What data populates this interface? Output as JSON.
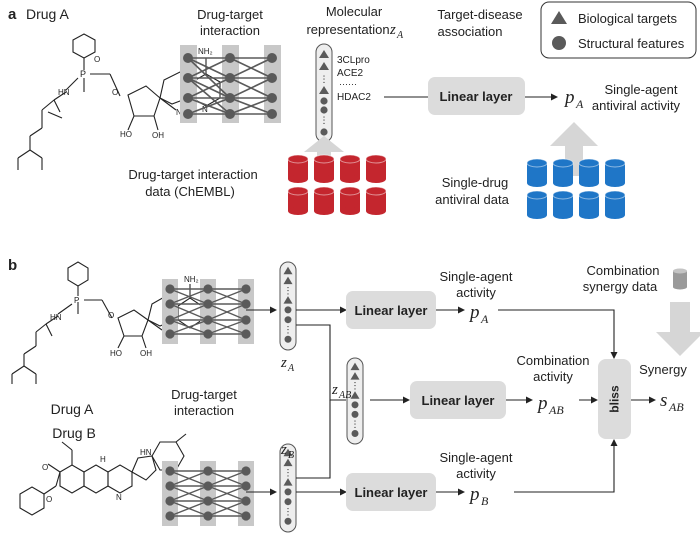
{
  "panel_a": {
    "letter": "a",
    "drug_label": "Drug A",
    "dti_title": [
      "Drug-target",
      "interaction"
    ],
    "mol_rep_title": [
      "Molecular",
      "representation"
    ],
    "z": "z",
    "z_sub": "A",
    "target_disease_title": [
      "Target-disease",
      "association"
    ],
    "targets": [
      "3CLpro",
      "ACE2",
      "······",
      "HDAC2"
    ],
    "linear_layer": "Linear layer",
    "p": "p",
    "p_sub": "A",
    "single_agent": [
      "Single-agent",
      "antiviral activity"
    ],
    "dti_data": [
      "Drug-target interaction",
      "data (ChEMBL)"
    ],
    "single_drug_data": [
      "Single-drug",
      "antiviral data"
    ],
    "legend": {
      "biological_targets": "Biological targets",
      "structural_features": "Structural features"
    },
    "mol_text": [
      "NH₂",
      "N",
      "O",
      "P",
      "HN",
      "HO",
      "OH",
      "N",
      "N"
    ]
  },
  "panel_b": {
    "letter": "b",
    "drug_a": "Drug A",
    "drug_b": "Drug B",
    "dti_title": [
      "Drug-target",
      "interaction"
    ],
    "za": "z",
    "za_sub": "A",
    "zb": "z",
    "zb_sub": "B",
    "zab": "z",
    "zab_sub": "AB",
    "linear_layer_1": "Linear layer",
    "linear_layer_2": "Linear layer",
    "linear_layer_3": "Linear layer",
    "single_agent_top": [
      "Single-agent",
      "activity"
    ],
    "single_agent_bottom": [
      "Single-agent",
      "activity"
    ],
    "combination": [
      "Combination",
      "activity"
    ],
    "combo_data": [
      "Combination",
      "synergy data"
    ],
    "pa": "p",
    "pa_sub": "A",
    "pab": "p",
    "pab_sub": "AB",
    "pb": "p",
    "pb_sub": "B",
    "bliss": "bliss",
    "synergy": "Synergy",
    "s": "s",
    "s_sub": "AB",
    "mol_a_text": [
      "NH₂",
      "HN",
      "HO",
      "OH",
      "N",
      "O",
      "P"
    ],
    "mol_b_text": [
      "HN",
      "H",
      "N",
      "O",
      "O"
    ]
  },
  "colors": {
    "net_node": "#5a5a5a",
    "net_box": "#c8c8c8",
    "red_cyl": "#c4262e",
    "blue_cyl": "#1f76c7",
    "gray_cyl": "#9a9a9a",
    "linear_box": "#dcdcdc",
    "big_arrow": "#d6d6d6"
  }
}
